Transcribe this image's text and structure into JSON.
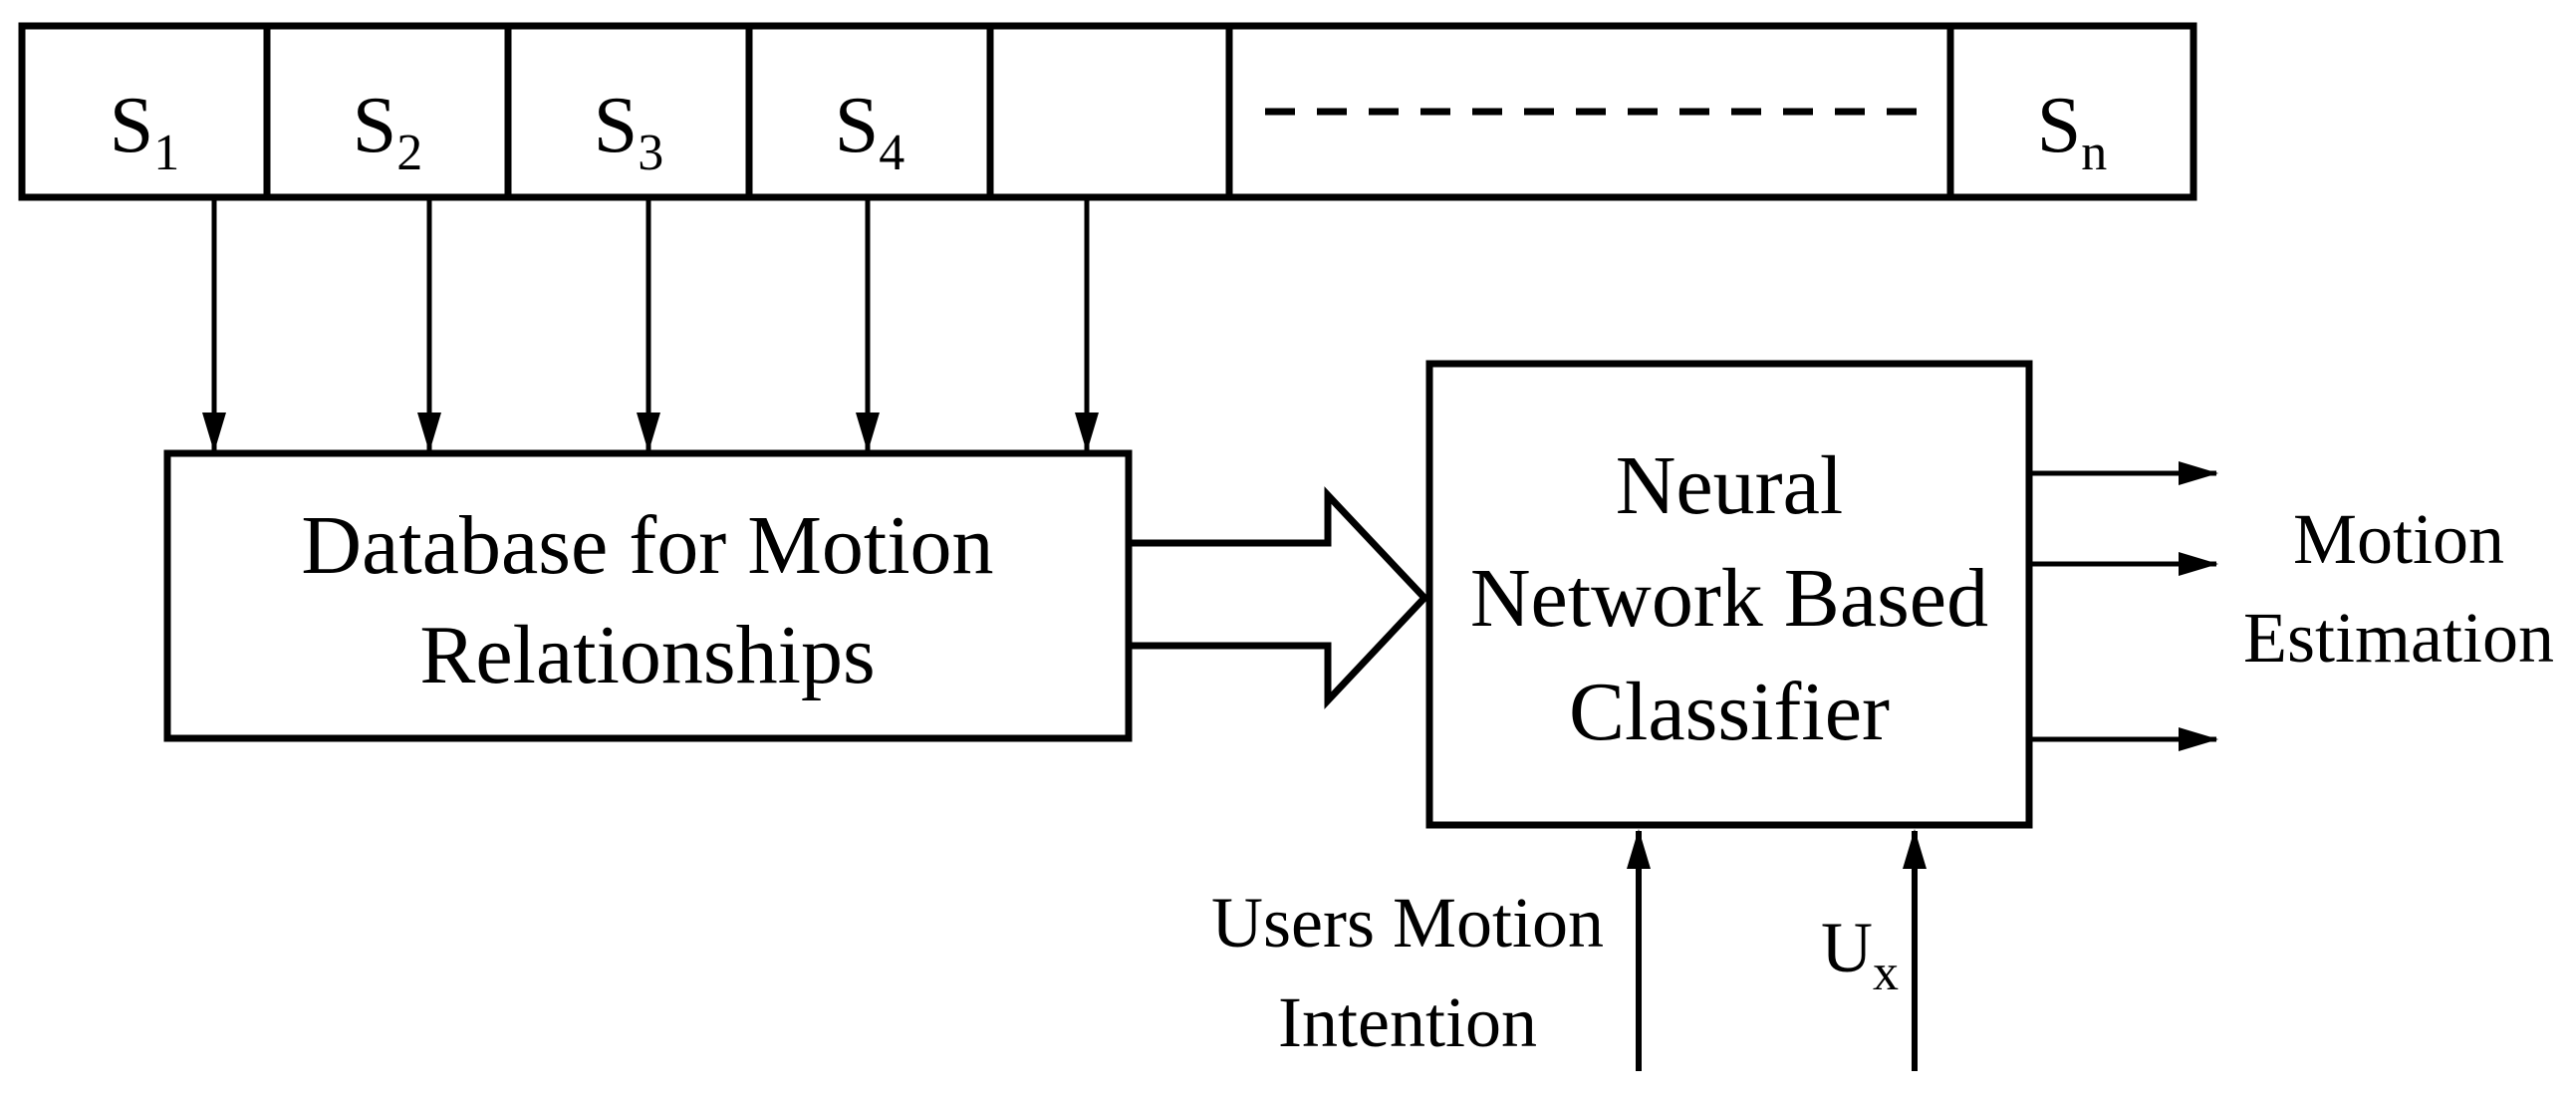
{
  "sensor_strip": {
    "cells": [
      {
        "base": "S",
        "sub": "1"
      },
      {
        "base": "S",
        "sub": "2"
      },
      {
        "base": "S",
        "sub": "3"
      },
      {
        "base": "S",
        "sub": "4"
      },
      {
        "base": "",
        "sub": ""
      },
      {
        "base": "",
        "sub": ""
      },
      {
        "base": "S",
        "sub": "n"
      }
    ]
  },
  "database_box": {
    "line1": "Database for Motion",
    "line2": "Relationships"
  },
  "classifier_box": {
    "line1": "Neural",
    "line2": "Network Based",
    "line3": "Classifier"
  },
  "output_label": {
    "line1": "Motion",
    "line2": "Estimation"
  },
  "input_intention": {
    "line1": "Users Motion",
    "line2": "Intention"
  },
  "input_ux": {
    "base": "U",
    "sub": "x"
  },
  "colors": {
    "stroke": "#000000",
    "background": "#ffffff"
  }
}
